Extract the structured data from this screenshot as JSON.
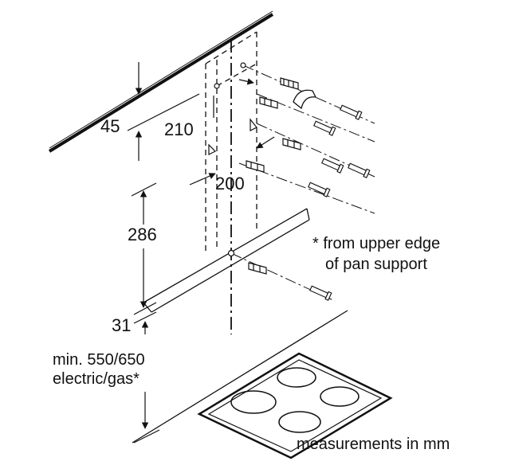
{
  "labels": {
    "dim_45": "45",
    "dim_210": "210",
    "dim_200": "200",
    "dim_286": "286",
    "dim_31": "31",
    "min_line1": "min. 550/650",
    "min_line2": "electric/gas*",
    "footnote_line1": "* from upper edge",
    "footnote_line2": "of pan support",
    "units_note": "measurements in mm"
  },
  "colors": {
    "line": "#111111",
    "background": "#ffffff"
  }
}
